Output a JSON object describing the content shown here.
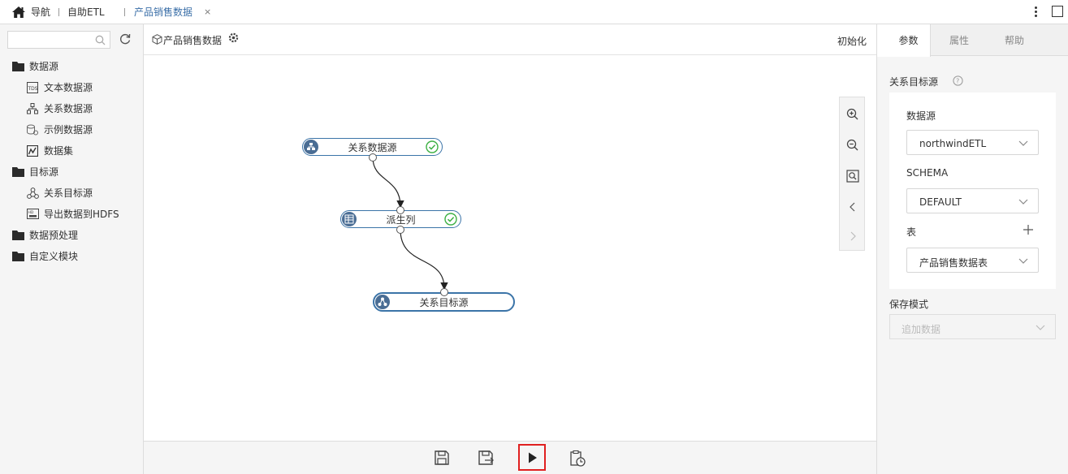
{
  "topbar": {
    "nav_label": "导航",
    "etl_label": "自助ETL",
    "active_tab": "产品销售数据",
    "close": "×"
  },
  "left": {
    "search_placeholder": "",
    "tree": [
      {
        "label": "数据源",
        "level": 0,
        "icon": "folder-icon"
      },
      {
        "label": "文本数据源",
        "level": 1,
        "icon": "text-datasource-icon"
      },
      {
        "label": "关系数据源",
        "level": 1,
        "icon": "relational-datasource-icon"
      },
      {
        "label": "示例数据源",
        "level": 1,
        "icon": "sample-datasource-icon"
      },
      {
        "label": "数据集",
        "level": 1,
        "icon": "dataset-icon"
      },
      {
        "label": "目标源",
        "level": 0,
        "icon": "folder-icon"
      },
      {
        "label": "关系目标源",
        "level": 1,
        "icon": "relational-target-icon"
      },
      {
        "label": "导出数据到HDFS",
        "level": 1,
        "icon": "hdfs-export-icon"
      },
      {
        "label": "数据预处理",
        "level": 0,
        "icon": "folder-icon"
      },
      {
        "label": "自定义模块",
        "level": 0,
        "icon": "folder-icon"
      }
    ]
  },
  "center": {
    "title": "产品销售数据",
    "init_label": "初始化",
    "nodes": {
      "source": "关系数据源",
      "derive": "派生列",
      "target": "关系目标源"
    }
  },
  "right": {
    "tabs": [
      "参数",
      "属性",
      "帮助"
    ],
    "section_title": "关系目标源",
    "datasource_label": "数据源",
    "datasource_value": "northwindETL",
    "schema_label": "SCHEMA",
    "schema_value": "DEFAULT",
    "table_label": "表",
    "table_value": "产品销售数据表",
    "save_mode_label": "保存模式",
    "save_mode_value": "追加数据"
  },
  "colors": {
    "accent": "#3b74a8",
    "node_icon": "#4a6d94",
    "ok_green": "#3cb043",
    "highlight": "#e02020"
  }
}
